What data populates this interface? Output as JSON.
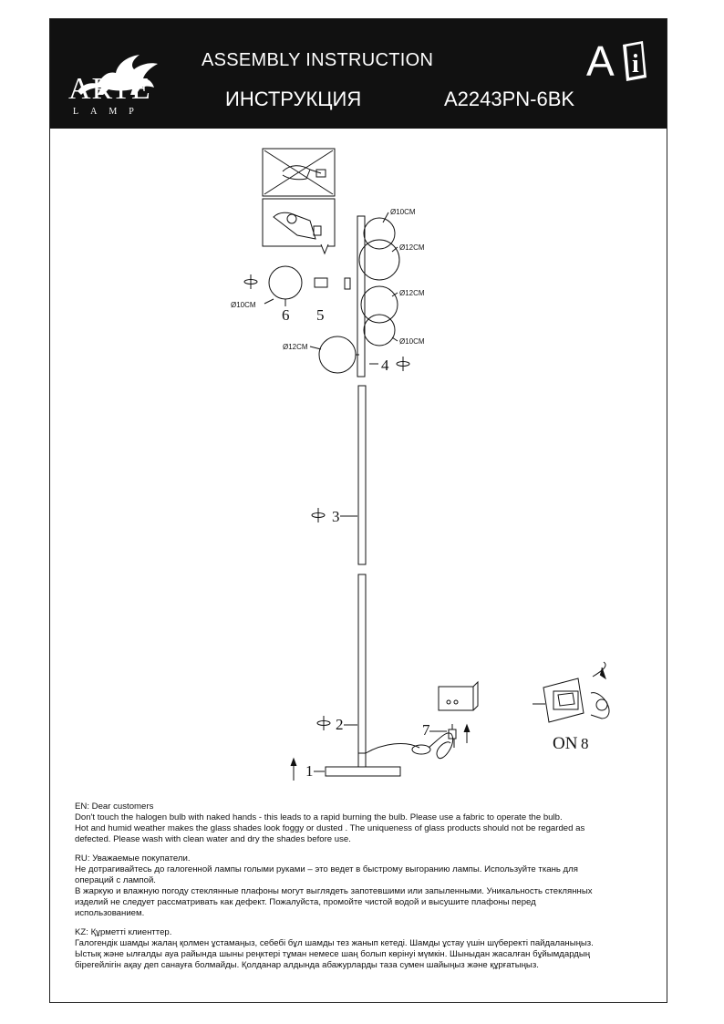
{
  "header": {
    "brand": "ARTE",
    "brand_sub": "LAMP",
    "title_en": "ASSEMBLY INSTRUCTION",
    "title_ru": "ИНСТРУКЦИЯ",
    "model": "A2243PN-6BK",
    "badge_letter": "A",
    "badge_info": "i"
  },
  "diagram": {
    "dims": {
      "d1": "Ø10CM",
      "d2": "Ø12CM",
      "d3": "Ø12CM",
      "d4": "Ø10CM",
      "d5": "Ø12CM",
      "d6": "Ø10CM"
    },
    "parts": {
      "p1": "1",
      "p2": "2",
      "p3": "3",
      "p4": "4",
      "p5": "5",
      "p6": "6",
      "p7": "7",
      "p8": "8"
    },
    "on_label": "ON"
  },
  "text": {
    "en": [
      "EN: Dear customers",
      "Don't touch the halogen bulb with naked hands  - this leads to a rapid burning the bulb. Please use a fabric to operate the bulb.",
      "Hot and humid weather makes the glass shades look foggy or dusted . The uniqueness of glass products should not be regarded as",
      "defected.  Please wash with clean water and dry the shades before use."
    ],
    "ru": [
      "RU: Уважаемые покупатели.",
      "Не дотрагивайтесь до галогенной лампы голыми руками – это ведет в быстрому выгоранию лампы. Используйте ткань для",
      "операций с лампой.",
      "В жаркую и влажную погоду стеклянные плафоны могут выглядеть запотевшими или запыленными. Уникальность стеклянных",
      "изделий не следует рассматривать как дефект. Пожалуйста, промойте чистой водой и высушите плафоны перед",
      "использованием."
    ],
    "kz": [
      "KZ: Құрметті клиенттер.",
      "Галогендік шамды жалаң қолмен ұстамаңыз, себебі бұл шамды тез жанып кетеді. Шамды ұстау үшін шүберекті пайдаланыңыз.",
      "Ыстық және ылғалды ауа райында шыны реңктері тұман немесе шаң болып көрінуі мүмкін. Шыныдан жасалған бұйымдардың",
      "бірегейлігін ақау деп санауға болмайды. Қолданар алдында абажурларды таза сумен шайыңыз және құрғатыңыз."
    ]
  }
}
